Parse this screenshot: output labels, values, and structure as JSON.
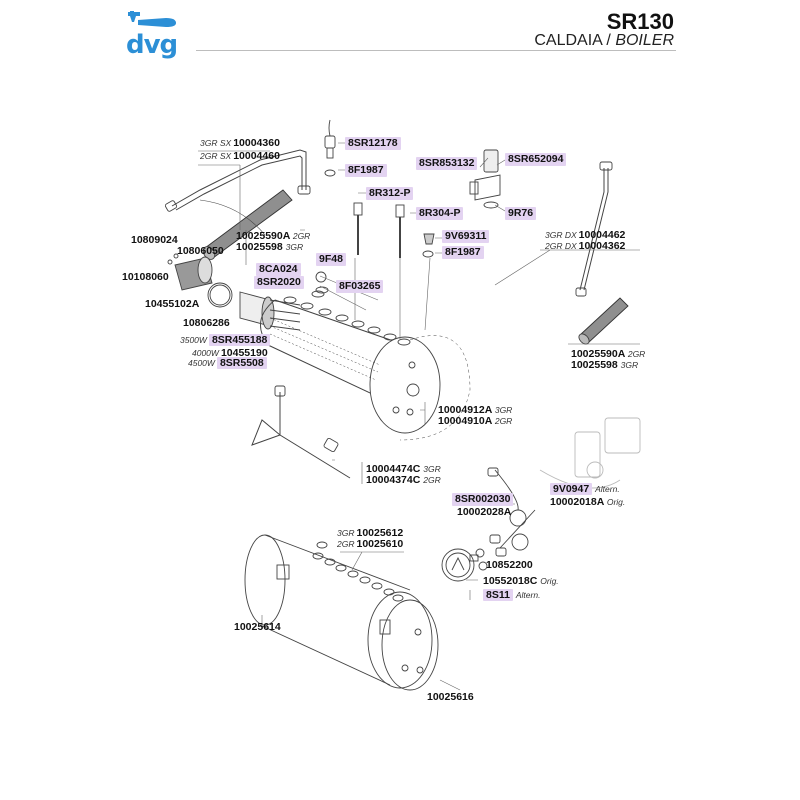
{
  "header": {
    "brand": "dvg",
    "brand_color": "#2c8fd6",
    "model": "SR130",
    "section_it": "CALDAIA",
    "separator": " / ",
    "section_en": "BOILER"
  },
  "colors": {
    "highlight": "#e3d3f1",
    "line": "#333333"
  },
  "parts": {
    "p1": {
      "pre": "3GR SX",
      "code": "10004360"
    },
    "p2": {
      "pre": "2GR SX",
      "code": "10004460"
    },
    "p3": {
      "code": "8SR12178",
      "highlight": true
    },
    "p4": {
      "code": "8F1987",
      "highlight": true
    },
    "p5": {
      "code": "8R312-P",
      "highlight": true
    },
    "p6": {
      "code": "8SR853132",
      "highlight": true
    },
    "p7": {
      "code": "8SR652094",
      "highlight": true
    },
    "p8": {
      "code": "8R304-P",
      "highlight": true
    },
    "p9": {
      "code": "9R76",
      "highlight": true
    },
    "p10": {
      "code": "9V69311",
      "highlight": true
    },
    "p11": {
      "code": "8F1987",
      "highlight": true
    },
    "p12": {
      "code": "10025590A",
      "note": "2GR"
    },
    "p13": {
      "code": "10025598",
      "note": "3GR"
    },
    "p14": {
      "code": "10809024"
    },
    "p15": {
      "code": "10806050"
    },
    "p16": {
      "code": "10108060"
    },
    "p17": {
      "code": "10455102A"
    },
    "p18": {
      "code": "8CA024",
      "highlight": true
    },
    "p19": {
      "code": "8SR2020",
      "highlight": true
    },
    "p20": {
      "code": "9F48",
      "highlight": true
    },
    "p21": {
      "code": "8F03265",
      "highlight": true
    },
    "p22": {
      "code": "10806286"
    },
    "p23": {
      "pre": "3500W",
      "code": "8SR455188",
      "highlight": true
    },
    "p24": {
      "pre": "4000W",
      "code": "10455190"
    },
    "p25": {
      "pre": "4500W",
      "code": "8SR5508",
      "highlight": true
    },
    "p26": {
      "pre": "3GR DX",
      "code": "10004462"
    },
    "p27": {
      "pre": "2GR DX",
      "code": "10004362"
    },
    "p28": {
      "code": "10025590A",
      "note": "2GR"
    },
    "p29": {
      "code": "10025598",
      "note": "3GR"
    },
    "p30": {
      "code": "10004912A",
      "note": "3GR"
    },
    "p31": {
      "code": "10004910A",
      "note": "2GR"
    },
    "p32": {
      "code": "10004474C",
      "note": "3GR"
    },
    "p33": {
      "code": "10004374C",
      "note": "2GR"
    },
    "p34": {
      "code": "8SR002030",
      "highlight": true
    },
    "p35": {
      "code": "10002028A"
    },
    "p36": {
      "code": "9V0947",
      "highlight": true,
      "note": "Altern."
    },
    "p37": {
      "code": "10002018A",
      "note": "Orig."
    },
    "p38": {
      "code": "10852200"
    },
    "p39": {
      "code": "10552018C",
      "note": "Orig."
    },
    "p40": {
      "code": "8S11",
      "highlight": true,
      "note": "Altern."
    },
    "p41": {
      "pre": "3GR",
      "code": "10025612"
    },
    "p42": {
      "pre": "2GR",
      "code": "10025610"
    },
    "p43": {
      "code": "10025614"
    },
    "p44": {
      "code": "10025616"
    }
  }
}
